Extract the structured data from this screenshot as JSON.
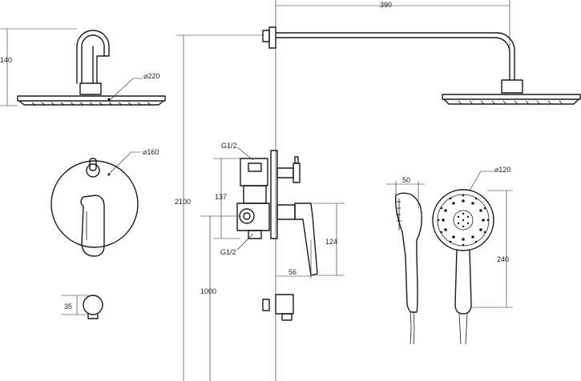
{
  "labels": {
    "width_390": "390",
    "height_140": "140",
    "dia_220": "⌀220",
    "dia_160": "⌀160",
    "g12_top": "G1/2",
    "dim_137": "137",
    "height_2100": "2100",
    "g12_bottom": "G1/2",
    "dim_124": "124",
    "dim_56": "56",
    "height_1000": "1000",
    "dim_35": "35",
    "dim_50": "50",
    "dia_120": "⌀120",
    "dim_240": "240"
  }
}
